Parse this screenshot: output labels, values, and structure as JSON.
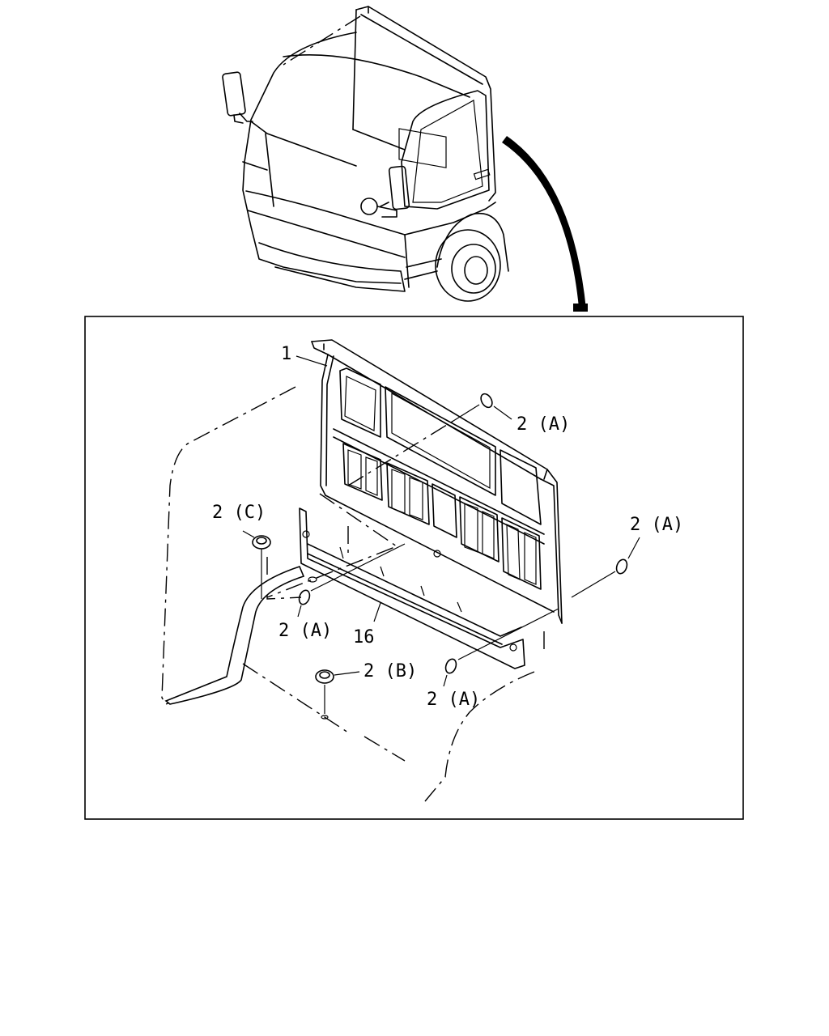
{
  "callouts": {
    "part_1": "1",
    "part_16": "16",
    "part_2a_top": "2 (A)",
    "part_2a_right": "2 (A)",
    "part_2a_left": "2 (A)",
    "part_2a_bottom": "2 (A)",
    "part_2b": "2 (B)",
    "part_2c": "2 (C)"
  }
}
